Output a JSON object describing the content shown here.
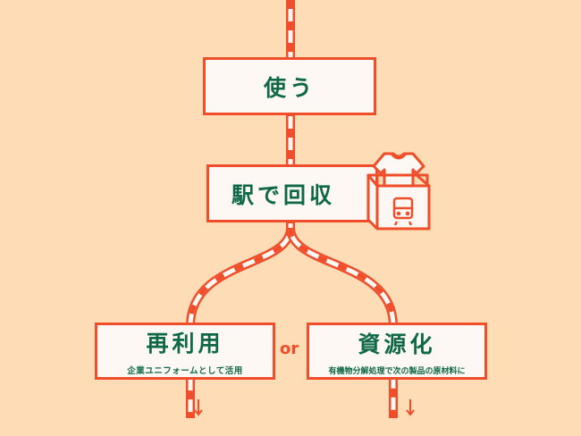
{
  "steps": {
    "use": {
      "title": "使う"
    },
    "collect": {
      "title": "駅で回収"
    },
    "reuse": {
      "title": "再利用",
      "subtitle": "企業ユニフォームとして活用"
    },
    "recycle": {
      "title": "資源化",
      "subtitle": "有機物分解処理で次の製品の原材料に"
    }
  },
  "connector": "or",
  "colors": {
    "background": "#fddcb6",
    "accent": "#f04e2a",
    "text": "#0f6848",
    "box": "#fdf8f3"
  }
}
